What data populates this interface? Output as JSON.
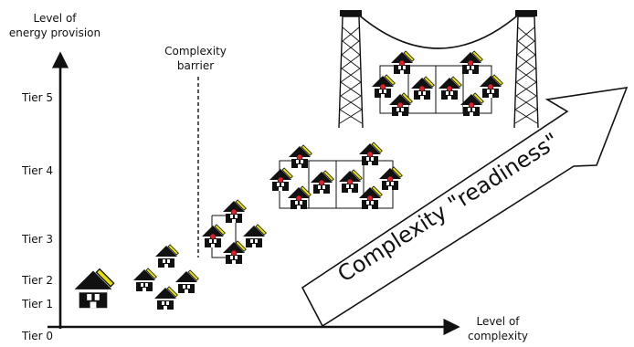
{
  "y_axis": {
    "label_line1": "Level of",
    "label_line2": "energy provision"
  },
  "x_axis": {
    "label_line1": "Level of",
    "label_line2": "complexity"
  },
  "tiers": [
    "Tier 0",
    "Tier 1",
    "Tier 2",
    "Tier 3",
    "Tier 4",
    "Tier 5"
  ],
  "barrier": {
    "line1": "Complexity",
    "line2": "barrier"
  },
  "arrow": {
    "label": "Complexity \"readiness\""
  },
  "icons": {
    "house": "house-icon",
    "solar_panel": "solar-panel-icon",
    "transmission_tower": "transmission-tower-icon"
  },
  "colors": {
    "house": "#111111",
    "solar_panel": "#e6e000",
    "node": "#e3202a"
  }
}
